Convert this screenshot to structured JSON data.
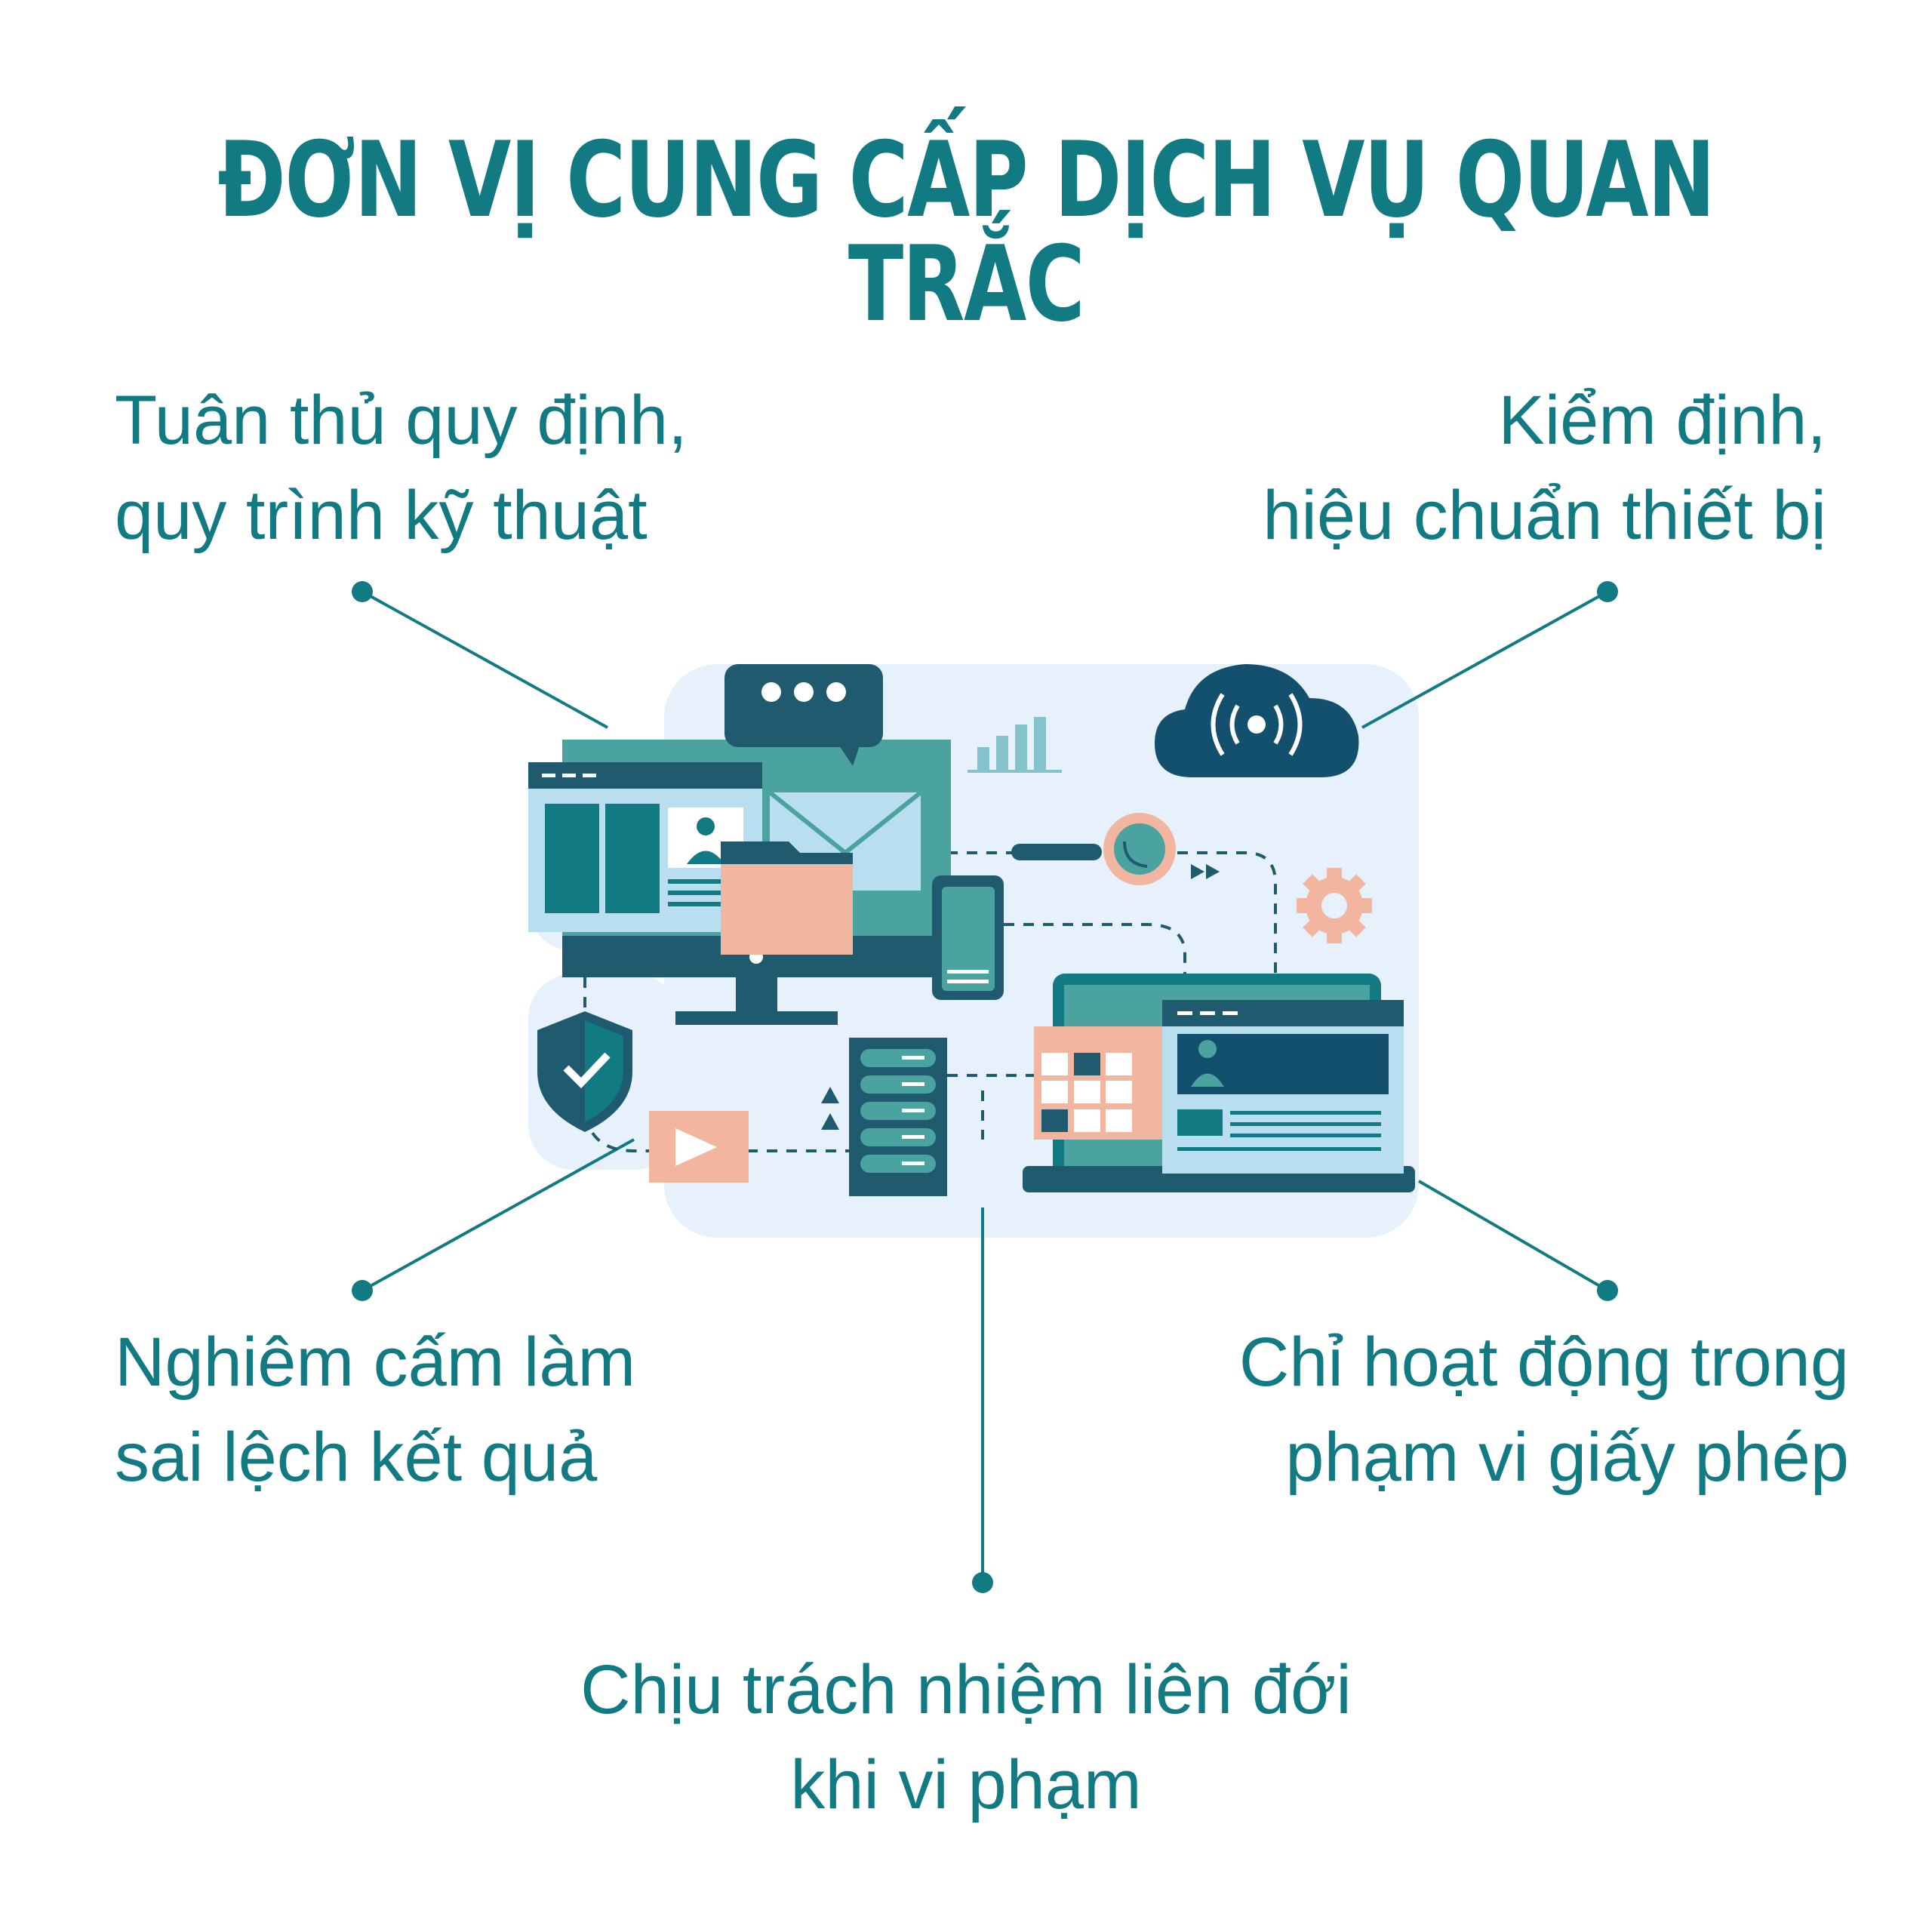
{
  "title": "ĐƠN VỊ CUNG CẤP DỊCH VỤ QUAN TRẮC",
  "points": {
    "top_left": {
      "line1": "Tuân thủ quy định,",
      "line2": "quy trình kỹ thuật"
    },
    "top_right": {
      "line1": "Kiểm định,",
      "line2": "hiệu chuẩn thiết bị"
    },
    "bottom_left": {
      "line1": "Nghiêm cấm làm",
      "line2": "sai lệch kết quả"
    },
    "bottom_right": {
      "line1": "Chỉ hoạt động trong",
      "line2": "phạm vi giấy phép"
    },
    "bottom_center": {
      "line1": "Chịu trách nhiệm liên đới",
      "line2": "khi vi phạm"
    }
  },
  "colors": {
    "primary": "#117a82",
    "dark": "#1f5a6e",
    "light_bg": "#e6f1fb",
    "accent": "#f2b6a0",
    "navy": "#13506e"
  }
}
